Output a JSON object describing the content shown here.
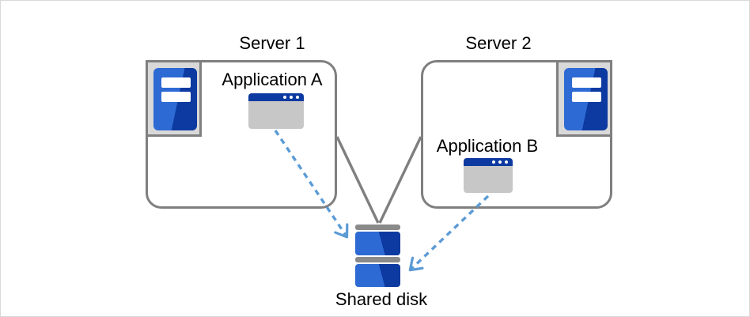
{
  "colors": {
    "canvas_border": "#d9d9d9",
    "line_gray": "#7f7f7f",
    "arrow_blue": "#5b9bd5",
    "blue_light": "#2e6ad3",
    "blue_dark": "#0c3aa0",
    "icon_gray_bg": "#d9d9d9",
    "window_body_gray": "#c7c7c7",
    "disk_bar_gray": "#8a8a8a",
    "text_black": "#000000"
  },
  "nodes": {
    "server1": {
      "label": "Server 1",
      "icon": "server-tower-icon",
      "application": {
        "label": "Application A",
        "icon": "application-window-icon"
      }
    },
    "server2": {
      "label": "Server 2",
      "icon": "server-tower-icon",
      "application": {
        "label": "Application B",
        "icon": "application-window-icon"
      }
    },
    "shared_disk": {
      "label": "Shared disk",
      "icon": "disk-stack-icon"
    }
  },
  "connections": [
    {
      "from": "Server 1",
      "to": "Shared disk",
      "type": "solid-line"
    },
    {
      "from": "Server 2",
      "to": "Shared disk",
      "type": "solid-line"
    },
    {
      "from": "Application A",
      "to": "Shared disk",
      "type": "dashed-arrow"
    },
    {
      "from": "Application B",
      "to": "Shared disk",
      "type": "dashed-arrow"
    }
  ]
}
